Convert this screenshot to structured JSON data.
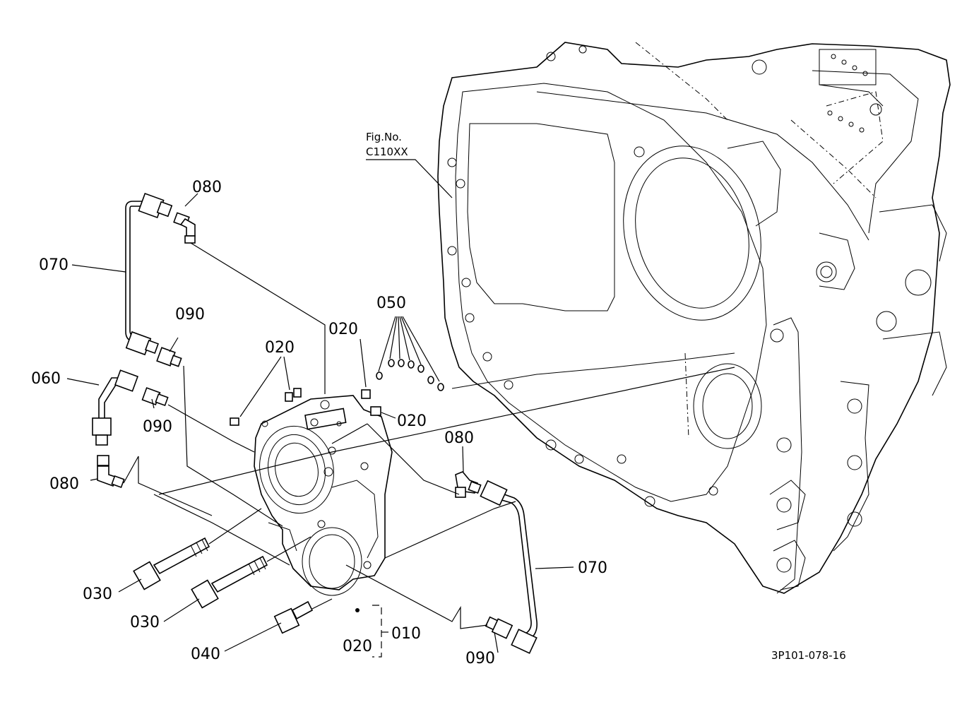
{
  "figure_ref": {
    "line1": "Fig.No.",
    "line2": "C110XX"
  },
  "drawing_number": "3P101-078-16",
  "callouts": {
    "c_080_top": "080",
    "c_070_left": "070",
    "c_090_left": "090",
    "c_060": "060",
    "c_090_mid": "090",
    "c_080_bottom_left": "080",
    "c_020_group": "020",
    "c_020_center": "020",
    "c_050": "050",
    "c_020_right": "020",
    "c_080_right": "080",
    "c_070_right": "070",
    "c_030_a": "030",
    "c_030_b": "030",
    "c_040": "040",
    "c_020_bottom": "020",
    "c_010": "010",
    "c_090_bottom": "090"
  }
}
